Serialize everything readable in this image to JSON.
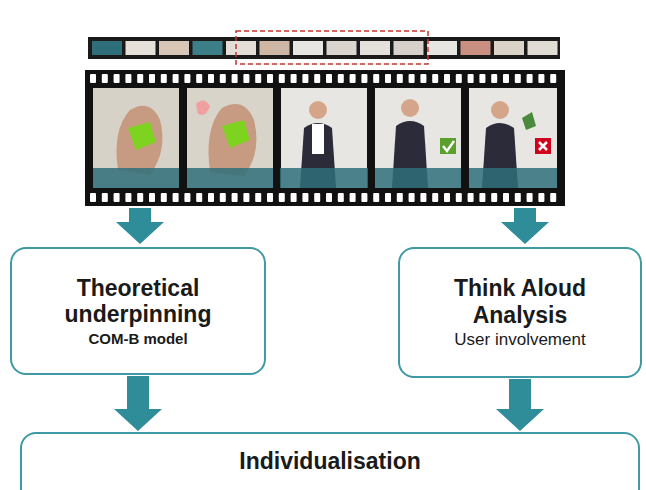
{
  "diagram": {
    "nodes": [
      {
        "text": [
          "Theoretical underpinning",
          "COM-B model"
        ]
      },
      {
        "text": [
          "Think Aloud Analysis",
          "User involvement"
        ]
      },
      {
        "text": [
          "Individualisation"
        ]
      }
    ],
    "edges": [
      {
        "from": 0,
        "to": 2,
        "arrow": "to"
      },
      {
        "from": 1,
        "to": 2,
        "arrow": "to"
      }
    ]
  }
}
